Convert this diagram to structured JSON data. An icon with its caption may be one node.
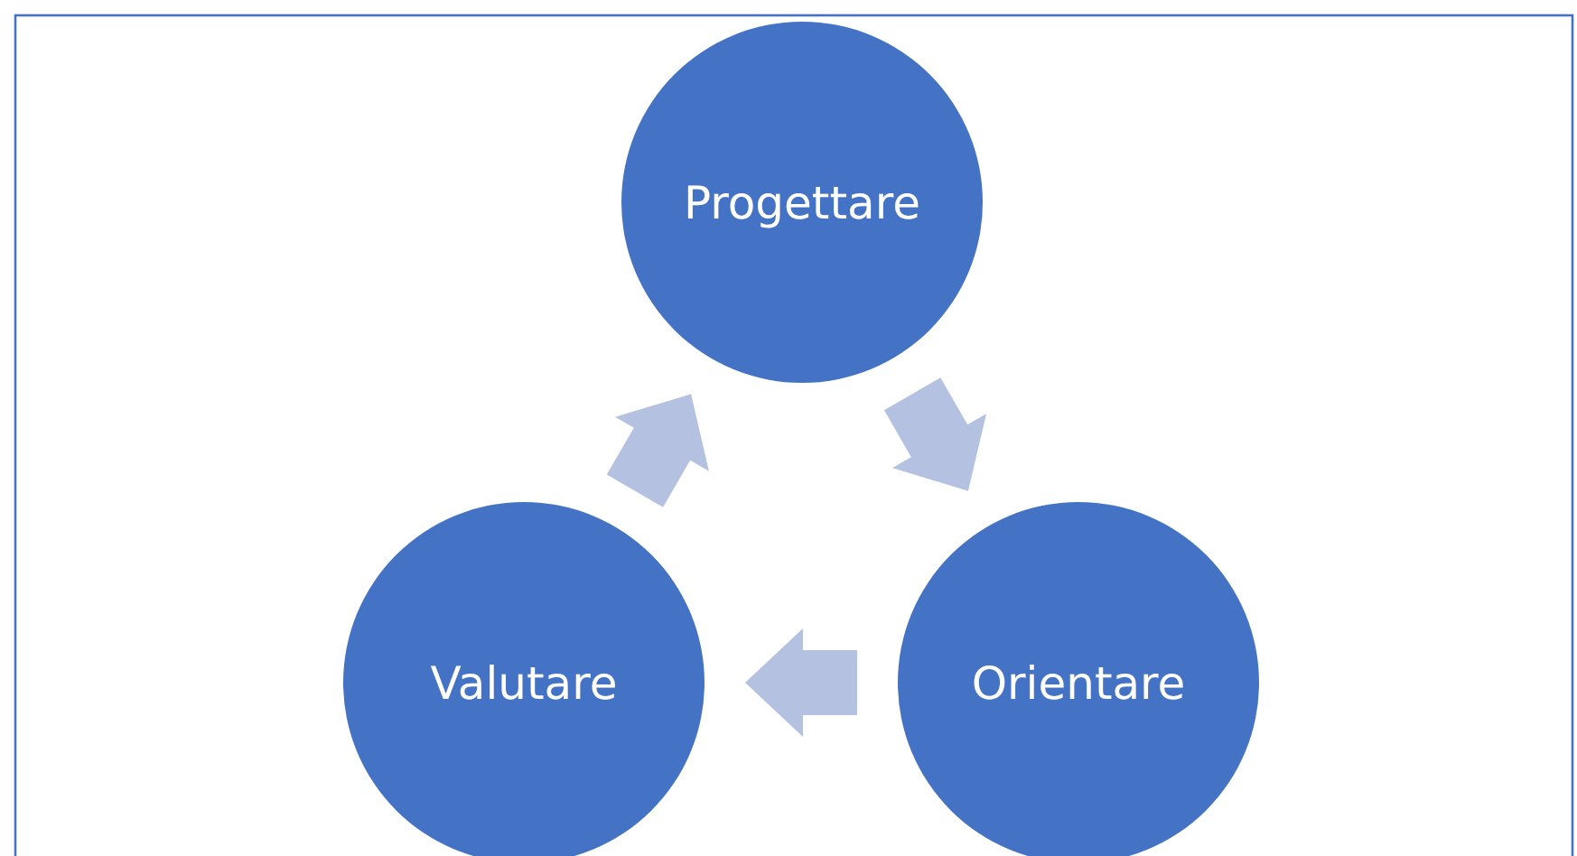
{
  "diagram": {
    "nodes": [
      {
        "text": [
          "Progettare"
        ]
      },
      {
        "text": [
          "Orientare"
        ]
      },
      {
        "text": [
          "Valutare"
        ]
      }
    ],
    "edges": [
      {
        "from": 0,
        "to": 1,
        "arrow": "to"
      },
      {
        "from": 1,
        "to": 2,
        "arrow": "to"
      },
      {
        "from": 2,
        "to": 0,
        "arrow": "to"
      }
    ]
  }
}
